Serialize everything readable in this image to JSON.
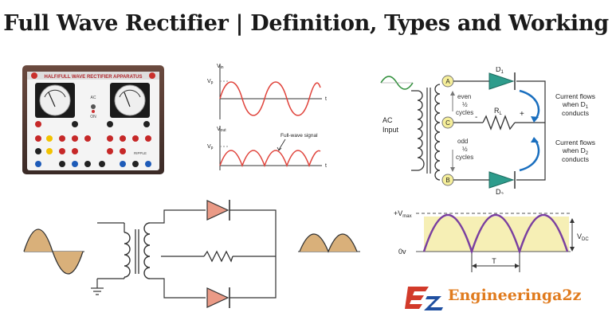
{
  "page": {
    "title": "Full Wave Rectifier | Definition, Types and Working"
  },
  "apparatus": {
    "header": "HALF/FULL WAVE RECTIFIER APPARATUS",
    "labels": [
      "AC",
      "ON",
      "RIPPLE"
    ]
  },
  "waveforms": {
    "top": {
      "ylabel_main": "V",
      "ylabel_sub": "in",
      "peak_label": "V",
      "peak_sub": "p",
      "xlabel": "t"
    },
    "bottom": {
      "ylabel_main": "V",
      "ylabel_sub": "out",
      "peak_label": "V",
      "peak_sub": "p",
      "xlabel": "t",
      "annotation": "Full-wave signal"
    }
  },
  "center_tap_circuit": {
    "input_label_1": "AC",
    "input_label_2": "Input",
    "node_a": "A",
    "node_b": "B",
    "node_c": "C",
    "even_1": "even",
    "even_2": "½",
    "even_3": "cycles",
    "odd_1": "odd",
    "odd_2": "½",
    "odd_3": "cycles",
    "d1_main": "D",
    "d1_sub": "1",
    "d2_main": "D",
    "d2_sub": "2",
    "rl_main": "R",
    "rl_sub": "L",
    "plus": "+",
    "minus": "-",
    "flow1_line1": "Current flows",
    "flow1_line2_main": "when D",
    "flow1_line2_sub": "1",
    "flow1_line3": "conducts",
    "flow2_line1": "Current flows",
    "flow2_line2_main": "when D",
    "flow2_line2_sub": "2",
    "flow2_line3": "conducts"
  },
  "output_plot": {
    "vmax_main": "+V",
    "vmax_sub": "max",
    "zero_label": "0v",
    "vdc_main": "V",
    "vdc_sub": "DC",
    "period_label": "T"
  },
  "brand": {
    "name": "Engineeringa2z"
  },
  "colors": {
    "wave_red": "#e0443c",
    "diode_fill": "#ea9a86",
    "diode_blue_fill": "#2e9c8c",
    "arrow_blue": "#1a6fbf",
    "purple": "#7a3fa0",
    "band_yellow": "#f6efb5",
    "brand_orange": "#e07b1e",
    "brand_red": "#d23a2a",
    "brand_blue": "#1f4fa0"
  }
}
